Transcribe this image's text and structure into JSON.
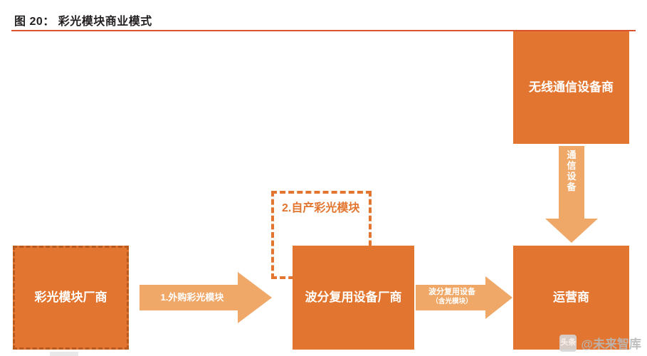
{
  "figure": {
    "title": "图 20： 彩光模块商业模式",
    "accent_color": "#d9532c",
    "box_color": "#e2752f",
    "arrow_color": "#f0a868"
  },
  "nodes": {
    "wireless_vendor": "无线通信设备商",
    "color_optical_module_vendor": "彩光模块厂商",
    "wdm_equipment_vendor": "波分复用设备厂商",
    "operator": "运营商"
  },
  "groups": {
    "self_made": "2.自产彩光模块"
  },
  "arrows": {
    "purchase": "1.外购彩光模块",
    "wdm_product_main": "波分复用设备",
    "wdm_product_sub": "（含光模块）",
    "equipment": "通信设备"
  },
  "watermark": {
    "badge": "头条",
    "text": "@未来智库"
  }
}
